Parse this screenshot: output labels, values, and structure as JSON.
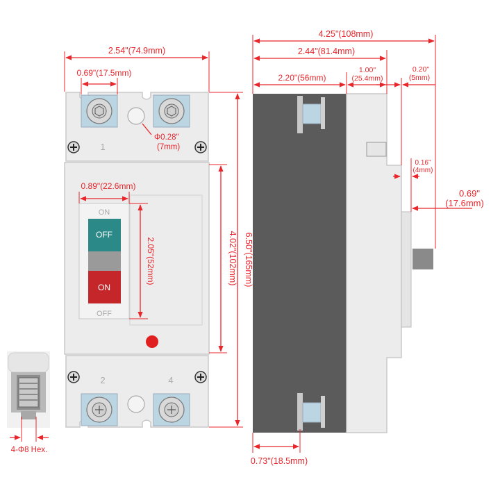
{
  "colors": {
    "dimension": "#e8262b",
    "body": "#ececec",
    "side_dark": "#5b5b5b",
    "off_button": "#2b8a87",
    "on_button": "#c4262a",
    "terminal": "#bcd5e2",
    "indicator": "#e02020"
  },
  "front": {
    "terminal_top_left": "1",
    "terminal_bottom_left": "2",
    "terminal_bottom_right": "4",
    "toggle_top_label": "ON",
    "off_button_label": "OFF",
    "on_button_label": "ON",
    "toggle_bottom_label": "OFF"
  },
  "dimensions": {
    "width_total": "2.54\"(74.9mm)",
    "terminal_spacing": "0.69\"(17.5mm)",
    "hole_dia_1": "Φ0.28\"",
    "hole_dia_2": "(7mm)",
    "toggle_width": "0.89\"(22.6mm)",
    "toggle_height": "2.05\"(52mm)",
    "cover_height": "4.02\"(102mm)",
    "total_height": "6.50\"(165mm)",
    "side_total": "4.25\"(108mm)",
    "side_mid": "2.44\"(81.4mm)",
    "side_base": "2.20\"(56mm)",
    "step_1_in": "1.00\"",
    "step_1_mm": "(25.4mm)",
    "step_2_in": "0.20\"",
    "step_2_mm": "(5mm)",
    "step_3_in": "0.16\"",
    "step_3_mm": "(4mm)",
    "lever_in": "0.69\"",
    "lever_mm": "(17.6mm)",
    "bottom_offset": "0.73\"(18.5mm)",
    "hex_label": "4-Φ8 Hex."
  }
}
